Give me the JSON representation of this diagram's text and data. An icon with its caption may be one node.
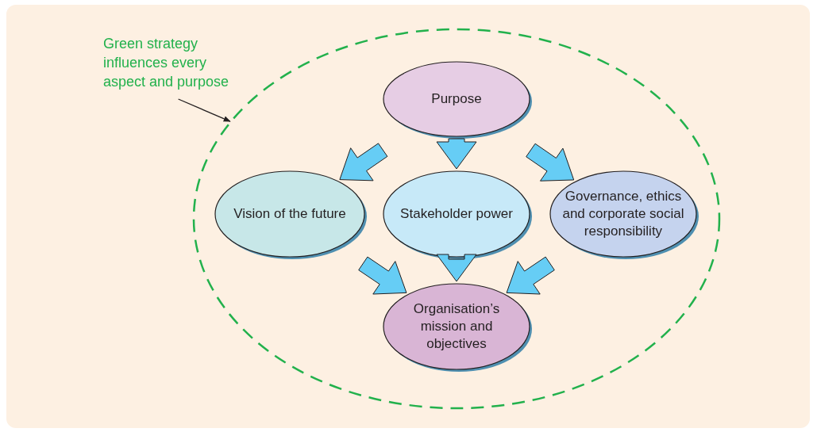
{
  "diagram": {
    "nodes": [
      {
        "text": [
          "Green strategy influences every aspect and purpose"
        ]
      },
      {
        "text": [],
        "shape": "ellipse"
      },
      {
        "text": [
          "Purpose"
        ],
        "in": 1
      },
      {
        "text": [
          "Vision of the future"
        ],
        "in": 1
      },
      {
        "text": [
          "Stakeholder power"
        ],
        "in": 1
      },
      {
        "text": [
          "Governance, ethics and corporate social responsibility"
        ],
        "in": 1
      },
      {
        "text": [
          "Organisation’s mission and objectives"
        ],
        "in": 1
      }
    ],
    "edges": [
      {
        "from": 0,
        "to": 1,
        "arrow": "to",
        "color": "#231f20"
      },
      {
        "from": 2,
        "to": 3,
        "arrow": "to",
        "style": "thick"
      },
      {
        "from": 2,
        "to": 4,
        "arrow": "to",
        "style": "thick"
      },
      {
        "from": 2,
        "to": 5,
        "arrow": "to",
        "style": "thick"
      },
      {
        "from": 3,
        "to": 6,
        "arrow": "to",
        "style": "thick"
      },
      {
        "from": 4,
        "to": 6,
        "arrow": "to",
        "style": "thick"
      },
      {
        "from": 5,
        "to": 6,
        "arrow": "to",
        "style": "thick"
      }
    ]
  }
}
